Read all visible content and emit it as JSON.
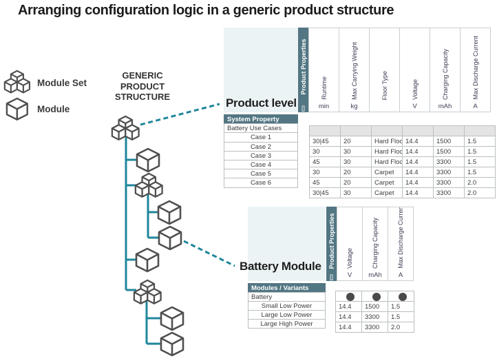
{
  "title": "Arranging configuration logic in a generic product structure",
  "colors": {
    "accent_teal": "#1f869b",
    "header_slate": "#537683",
    "light_panel": "#ecf3f5",
    "gray_row": "#e4e4e4",
    "cube_stroke": "#4f4f4f"
  },
  "legend": {
    "items": [
      {
        "icon": "module-set-icon",
        "label": "Module Set"
      },
      {
        "icon": "module-icon",
        "label": "Module"
      }
    ]
  },
  "tree": {
    "heading_lines": [
      "GENERIC",
      "PRODUCT",
      "STRUCTURE"
    ],
    "root_type": "module-set",
    "root_links_to": "Product level",
    "children": [
      {
        "type": "module"
      },
      {
        "type": "module-set",
        "children": [
          {
            "type": "module"
          },
          {
            "type": "module",
            "links_to": "Battery Module"
          }
        ]
      },
      {
        "type": "module"
      },
      {
        "type": "module-set",
        "children": [
          {
            "type": "module"
          },
          {
            "type": "module"
          }
        ]
      }
    ]
  },
  "product_table": {
    "label": "Product level",
    "corner_header": "Product Properties",
    "corner_symbol": "[]",
    "columns": [
      {
        "name": "Runtime",
        "unit": "min"
      },
      {
        "name": "Max Carrying Weight",
        "unit": "kg"
      },
      {
        "name": "Floor Type",
        "unit": ""
      },
      {
        "name": "Voltage",
        "unit": "V"
      },
      {
        "name": "Charging Capacity",
        "unit": "mAh"
      },
      {
        "name": "Max Discharge Current",
        "unit": "A"
      }
    ],
    "section_header": "System Property",
    "group_label": "Battery Use Cases",
    "rows": [
      {
        "label": "Case 1",
        "values": [
          "30|45",
          "20",
          "Hard Floor",
          "14.4",
          "1500",
          "1.5"
        ]
      },
      {
        "label": "Case 2",
        "values": [
          "30",
          "30",
          "Hard Floor",
          "14.4",
          "1500",
          "1.5"
        ]
      },
      {
        "label": "Case 3",
        "values": [
          "45",
          "30",
          "Hard Floor",
          "14.4",
          "3300",
          "1.5"
        ]
      },
      {
        "label": "Case 4",
        "values": [
          "30",
          "20",
          "Carpet",
          "14.4",
          "3300",
          "1.5"
        ]
      },
      {
        "label": "Case 5",
        "values": [
          "45",
          "20",
          "Carpet",
          "14.4",
          "3300",
          "2.0"
        ]
      },
      {
        "label": "Case 6",
        "values": [
          "30|45",
          "30",
          "Carpet",
          "14.4",
          "3300",
          "2.0"
        ]
      }
    ]
  },
  "module_table": {
    "label": "Battery Module",
    "corner_header": "Product Properties",
    "corner_symbol": "[]",
    "columns": [
      {
        "name": "Voltage",
        "unit": "V"
      },
      {
        "name": "Charging Capacity",
        "unit": "mAh"
      },
      {
        "name": "Max Discharge Current",
        "unit": "A"
      }
    ],
    "section_header": "Modules / Variants",
    "group_label": "Battery",
    "group_marker_icon": "filled-circle-icon",
    "rows": [
      {
        "label": "Small Low Power",
        "values": [
          "14.4",
          "1500",
          "1.5"
        ]
      },
      {
        "label": "Large Low Power",
        "values": [
          "14.4",
          "3300",
          "1.5"
        ]
      },
      {
        "label": "Large High Power",
        "values": [
          "14.4",
          "3300",
          "2.0"
        ]
      }
    ]
  }
}
